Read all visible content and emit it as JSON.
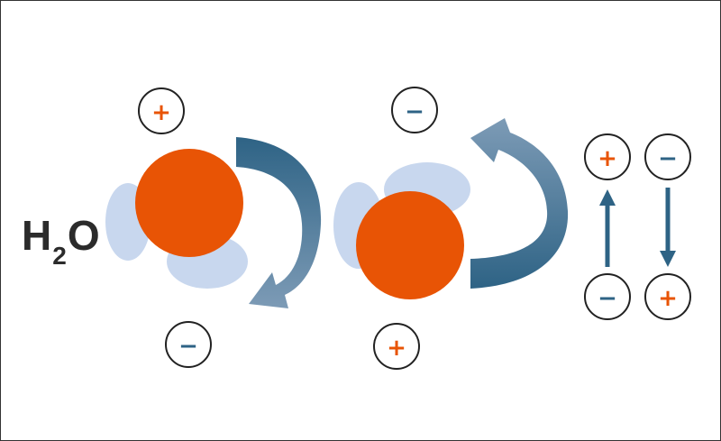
{
  "label": {
    "main": "H",
    "sub": "2",
    "end": "O"
  },
  "colors": {
    "atom": "#e85405",
    "lobe": "#c2d3ec",
    "arrow_dark": "#2e6385",
    "arrow_light": "#6f90ad",
    "plus": "#e85405",
    "minus": "#2e6385",
    "stroke": "#222222",
    "frame": "#333333"
  },
  "charges": {
    "c1": "+",
    "c2": "−",
    "c3": "−",
    "c4": "+",
    "c5": "+",
    "c6": "−",
    "c7": "−",
    "c8": "+"
  },
  "icons": [
    "rotation-arrow",
    "up-arrow",
    "down-arrow"
  ]
}
